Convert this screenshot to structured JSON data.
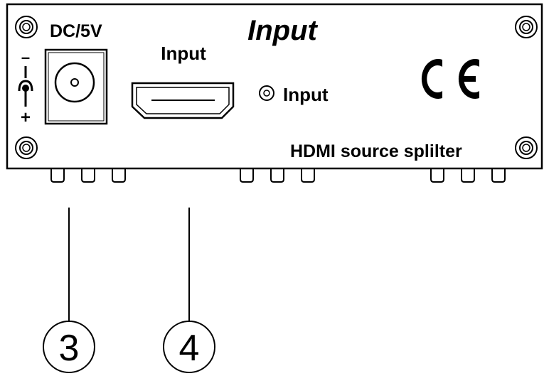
{
  "panel": {
    "title": "Input",
    "dc_label": "DC/5V",
    "hdmi_label": "Input",
    "indicator_label": "Input",
    "product_name": "HDMI source splilter",
    "certification": "CE",
    "polarity_top": "–",
    "polarity_bottom": "+"
  },
  "callouts": [
    {
      "number": "3"
    },
    {
      "number": "4"
    }
  ]
}
